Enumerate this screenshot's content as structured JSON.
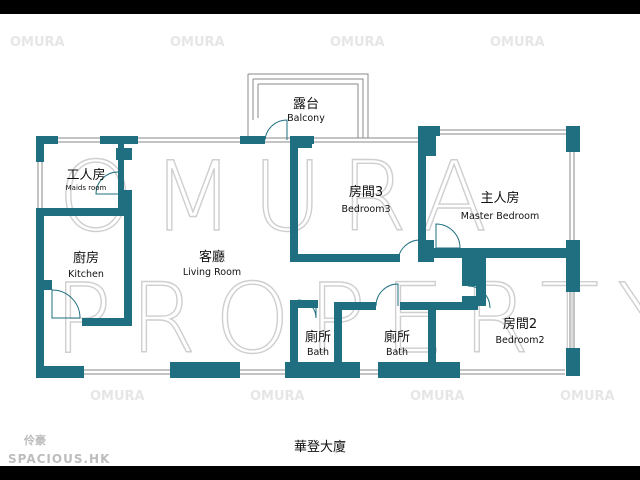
{
  "watermark": {
    "line1": "OMURA",
    "line2": "PROPERTY",
    "tile_text": "OMURA"
  },
  "rooms": {
    "balcony": {
      "cn": "露台",
      "en": "Balcony"
    },
    "maids_room": {
      "cn": "工人房",
      "en": "Maids room"
    },
    "kitchen": {
      "cn": "廚房",
      "en": "Kitchen"
    },
    "living_room": {
      "cn": "客廳",
      "en": "Living Room"
    },
    "bedroom3": {
      "cn": "房間3",
      "en": "Bedroom3"
    },
    "master_bedroom": {
      "cn": "主人房",
      "en": "Master Bedroom"
    },
    "bath1": {
      "cn": "廁所",
      "en": "Bath"
    },
    "bath2": {
      "cn": "廁所",
      "en": "Bath"
    },
    "bedroom2": {
      "cn": "房間2",
      "en": "Bedroom2"
    }
  },
  "building_name": "華登大廈",
  "logo": {
    "cn": "伶豪",
    "en": "SPACIOUS.HK"
  },
  "colors": {
    "wall": "#1f6f80",
    "window": "#8a8a8a",
    "text": "#111111"
  }
}
